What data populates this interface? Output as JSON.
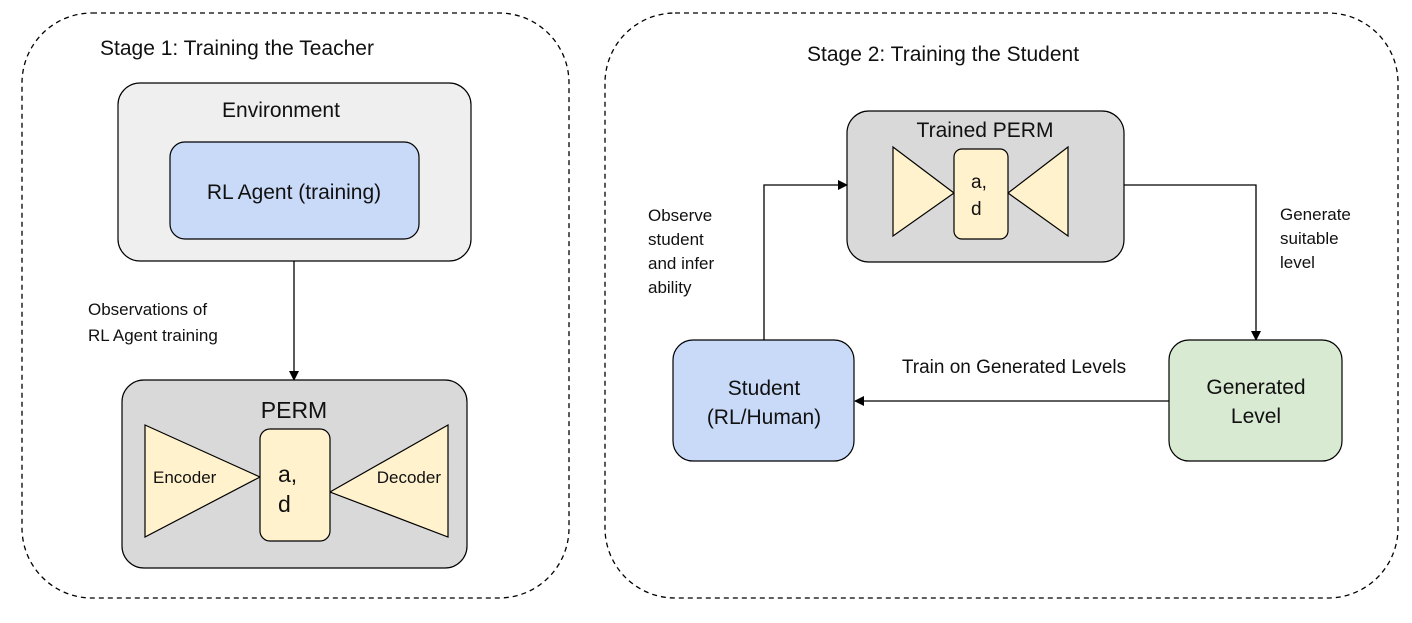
{
  "stage1": {
    "title": "Stage 1: Training the Teacher",
    "environment": {
      "label": "Environment",
      "agent_label": "RL Agent (training)"
    },
    "observations_lines": [
      "Observations of",
      "RL Agent training"
    ],
    "perm": {
      "label": "PERM",
      "encoder": "Encoder",
      "decoder": "Decoder",
      "latent_lines": [
        "a,",
        "d"
      ]
    }
  },
  "stage2": {
    "title": "Stage 2: Training the Student",
    "trained_perm": {
      "label": "Trained PERM",
      "latent_lines": [
        "a,",
        "d"
      ]
    },
    "observe_lines": [
      "Observe",
      "student",
      "and infer",
      "ability"
    ],
    "generate_lines": [
      "Generate",
      "suitable",
      "level"
    ],
    "student_lines": [
      "Student",
      "(RL/Human)"
    ],
    "generated_level_lines": [
      "Generated",
      "Level"
    ],
    "train_label": "Train on Generated Levels"
  },
  "colors": {
    "environment_fill": "#efefef",
    "agent_fill": "#c9daf8",
    "perm_fill": "#d9d9d9",
    "triangle_fill": "#fff2cc",
    "student_fill": "#c9daf8",
    "generated_fill": "#d9ead3",
    "stroke": "#000000"
  }
}
